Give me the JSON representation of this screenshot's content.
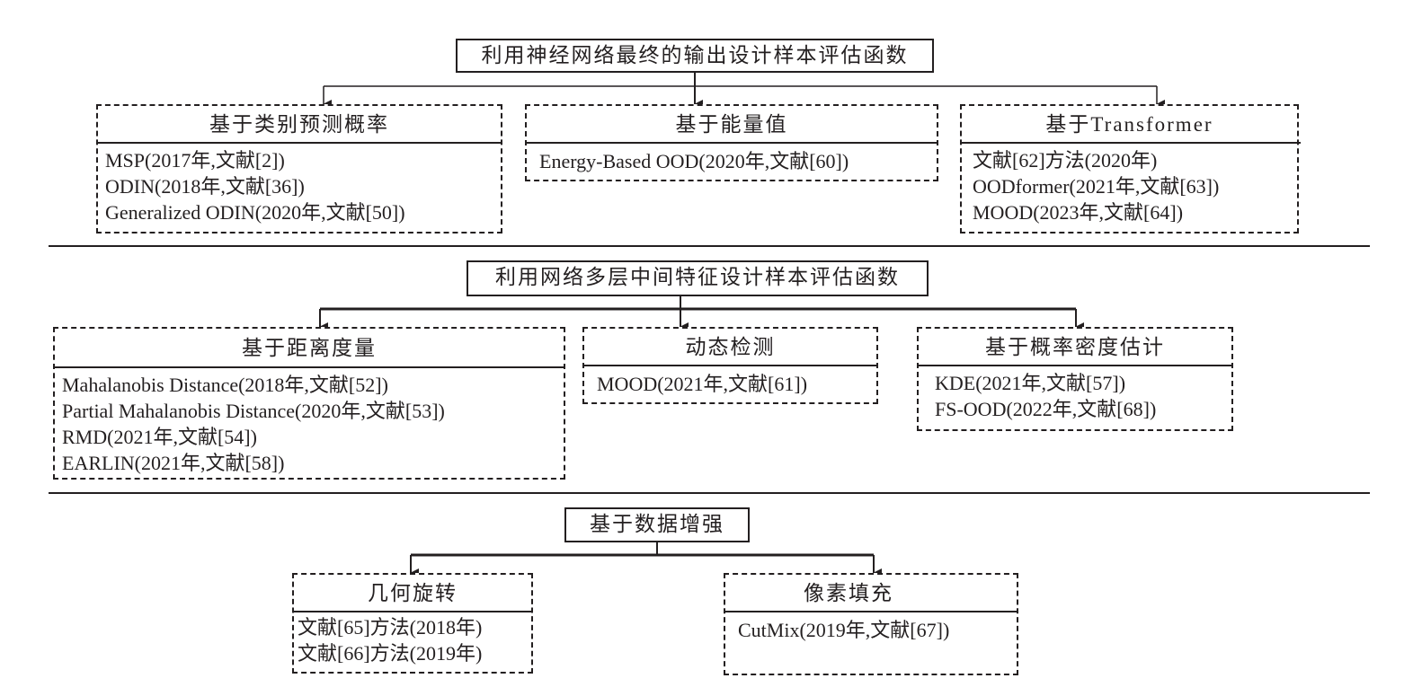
{
  "sections": [
    {
      "root_label": "利用神经网络最终的输出设计样本评估函数",
      "categories": [
        {
          "title": "基于类别预测概率",
          "items": [
            "MSP(2017年,文献[2])",
            "ODIN(2018年,文献[36])",
            "Generalized ODIN(2020年,文献[50])"
          ]
        },
        {
          "title": "基于能量值",
          "items": [
            "Energy-Based OOD(2020年,文献[60])"
          ]
        },
        {
          "title": "基于Transformer",
          "items": [
            "文献[62]方法(2020年)",
            "OODformer(2021年,文献[63])",
            "MOOD(2023年,文献[64])"
          ]
        }
      ]
    },
    {
      "root_label": "利用网络多层中间特征设计样本评估函数",
      "categories": [
        {
          "title": "基于距离度量",
          "items": [
            "Mahalanobis Distance(2018年,文献[52])",
            "Partial Mahalanobis Distance(2020年,文献[53])",
            "RMD(2021年,文献[54])",
            "EARLIN(2021年,文献[58])"
          ]
        },
        {
          "title": "动态检测",
          "items": [
            "MOOD(2021年,文献[61])"
          ]
        },
        {
          "title": "基于概率密度估计",
          "items": [
            "KDE(2021年,文献[57])",
            "FS-OOD(2022年,文献[68])"
          ]
        }
      ]
    },
    {
      "root_label": "基于数据增强",
      "categories": [
        {
          "title": "几何旋转",
          "items": [
            "文献[65]方法(2018年)",
            "文献[66]方法(2019年)"
          ]
        },
        {
          "title": "像素填充",
          "items": [
            "CutMix(2019年,文献[67])"
          ]
        }
      ]
    }
  ]
}
